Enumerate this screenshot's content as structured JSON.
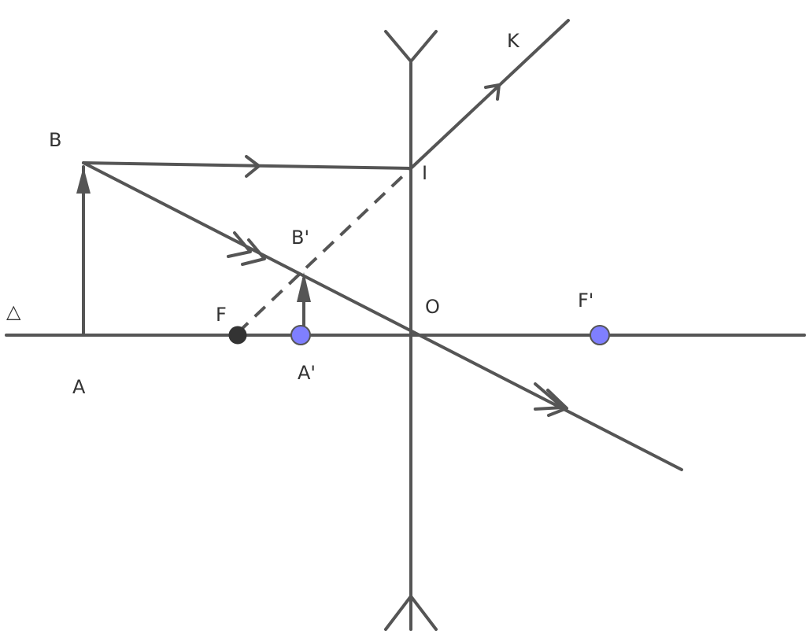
{
  "labels": {
    "axis": "△",
    "A": "A",
    "B": "B",
    "A_prime": "A'",
    "B_prime": "B'",
    "F": "F",
    "F_prime": "F'",
    "O": "O",
    "I": "I",
    "K": "K"
  },
  "colors": {
    "line": "#555555",
    "focus_point": "#333333",
    "image_point": "#7f7fff",
    "label": "#333333"
  }
}
